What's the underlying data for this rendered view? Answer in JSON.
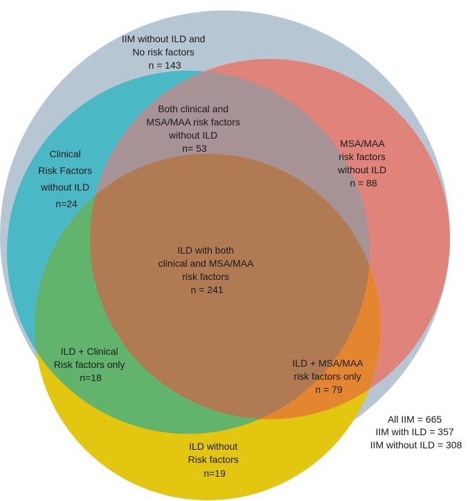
{
  "diagram": {
    "type": "venn",
    "colors": {
      "all_iim": "#b7c6d3",
      "clinical": "#4bb8c6",
      "msa_maa": "#e0837b",
      "ild": "#e2c610",
      "ild_clinical": "#62b46c",
      "ild_msa": "#e3862f",
      "clinical_msa": "#a79295",
      "all_three": "#b07b52"
    },
    "regions": {
      "no_risk": [
        "IIM without ILD and",
        "No risk factors",
        "n = 143"
      ],
      "both_no_ild": [
        "Both clinical and",
        "MSA/MAA risk factors",
        "without ILD",
        "n= 53"
      ],
      "clinical_only": [
        "Clinical",
        "Risk Factors",
        "without ILD",
        "n=24"
      ],
      "msa_only": [
        "MSA/MAA",
        "risk factors",
        "without ILD",
        "n = 88"
      ],
      "ild_both": [
        "ILD with both",
        "clinical and MSA/MAA",
        "risk factors",
        "n = 241"
      ],
      "ild_clinical": [
        "ILD + Clinical",
        "Risk factors only",
        "n=18"
      ],
      "ild_msa": [
        "ILD + MSA/MAA",
        "risk factors only",
        "n = 79"
      ],
      "ild_none": [
        "ILD without",
        "Risk factors",
        "n=19"
      ]
    },
    "totals": [
      "All IIM = 665",
      "IIM with ILD = 357",
      "IIM without ILD = 308"
    ]
  }
}
